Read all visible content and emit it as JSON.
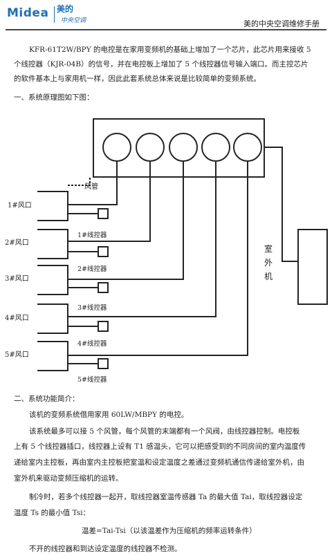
{
  "header": {
    "brand": "Midea",
    "brand_cn": "美的",
    "brand_sub": "中央空调",
    "manual_title": "美的中央空调维修手册"
  },
  "paragraphs": {
    "p1_line1": "KFR-61T2W/BPY 的电控是在家用变频机的基础上增加了一个芯片，此芯片用来接收 5",
    "p1_line2": "个线控器（KJR-04B）的信号，并在电控板上增加了 5 个线控器信号输入端口。而主控芯片",
    "p1_line3": "的软件基本上与家用机一样，因此此套系统总体来说是比较简单的变频系统。",
    "s1_title": "一、系统原理图如下图：",
    "s2_title": "二、系统功能简介：",
    "p2": "该机的变频系统借用家用 60LW/MBPY 的电控。",
    "p3_line1": "该系统最多可以接 5 个风管，每个风管的末端都有一个风阀，由线控器控制。电控板",
    "p3_line2": "上有 5 个线控器插口，线控器上设有 T1 感温头，它可以把感受到的不同房间的室内温度传",
    "p3_line3": "递给室内主控板，再由室内主控板把室温和设定温度之差通过变频机通信传递给室外机，由",
    "p3_line4": "室外机来驱动变频压缩机的运转。",
    "p4_line1": "制冷时，若多个线控器一起开，取线控器室温传感器 Ta 的最大值 Tai，取线控器设定",
    "p4_line2": "温度 Ts 的最小值 Tsi：",
    "formula": "温差=Tai-Tsi（以该温差作为压缩机的频率运转条件）",
    "p5": "不开的线控器和到达设定温度的线控器不检测。"
  },
  "diagram": {
    "duct_label": "风管",
    "outlets": [
      "1#风口",
      "2#风口",
      "3#风口",
      "4#风口",
      "5#风口"
    ],
    "controllers": [
      "1#线控器",
      "2#线控器",
      "3#线控器",
      "4#线控器",
      "5#线控器"
    ],
    "outdoor_unit": [
      "室",
      "外",
      "机"
    ]
  },
  "colors": {
    "brand_blue": "#1f6fb5",
    "ink": "#222222"
  }
}
